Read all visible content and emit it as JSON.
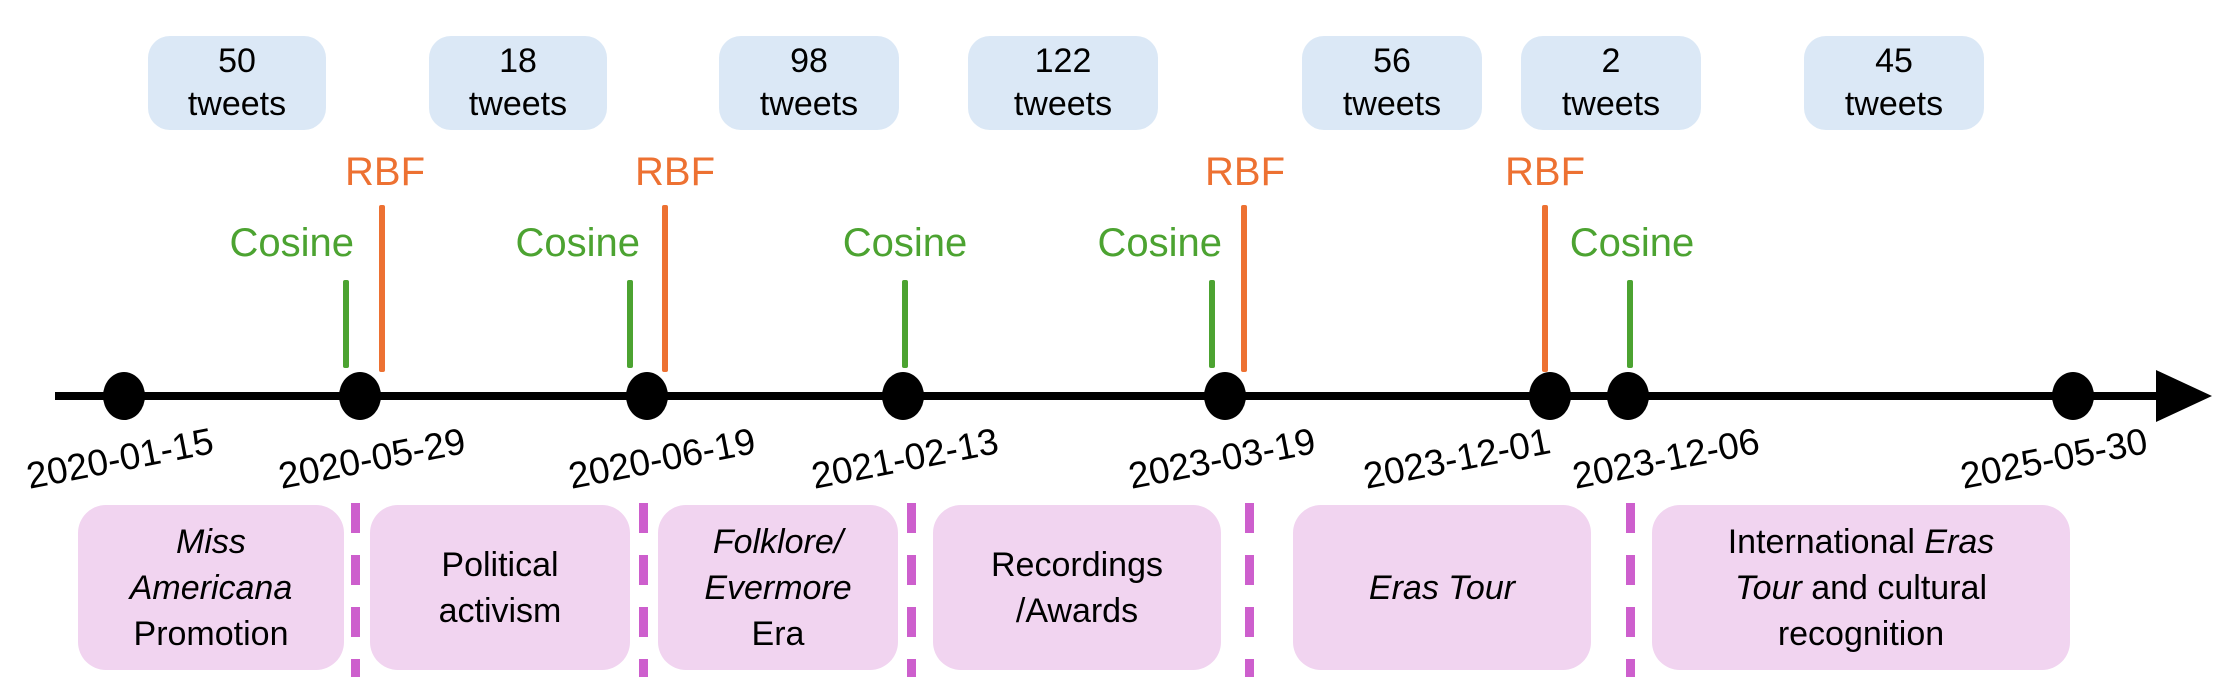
{
  "colors": {
    "tweet_box_bg": "#dbe8f6",
    "era_box_bg": "#f1d4f0",
    "separator": "#cd5fcd",
    "rbf_orange": "#ed7132",
    "cosine_green": "#4ca331",
    "timeline_black": "#000000"
  },
  "kernel_labels": {
    "rbf": "RBF",
    "cosine": "Cosine"
  },
  "tweet_boxes": [
    {
      "count": "50",
      "unit": "tweets"
    },
    {
      "count": "18",
      "unit": "tweets"
    },
    {
      "count": "98",
      "unit": "tweets"
    },
    {
      "count": "122",
      "unit": "tweets"
    },
    {
      "count": "56",
      "unit": "tweets"
    },
    {
      "count": "2",
      "unit": "tweets"
    },
    {
      "count": "45",
      "unit": "tweets"
    }
  ],
  "events": [
    {
      "date": "2020-01-15",
      "kernels": []
    },
    {
      "date": "2020-05-29",
      "kernels": [
        "Cosine",
        "RBF"
      ]
    },
    {
      "date": "2020-06-19",
      "kernels": [
        "Cosine",
        "RBF"
      ]
    },
    {
      "date": "2021-02-13",
      "kernels": [
        "Cosine"
      ]
    },
    {
      "date": "2023-03-19",
      "kernels": [
        "Cosine",
        "RBF"
      ]
    },
    {
      "date": "2023-12-01",
      "kernels": [
        "RBF"
      ]
    },
    {
      "date": "2023-12-06",
      "kernels": [
        "Cosine"
      ]
    },
    {
      "date": "2025-05-30",
      "kernels": []
    }
  ],
  "era_boxes": [
    {
      "line1": "Miss",
      "line2": "Americana",
      "line3": "Promotion"
    },
    {
      "line1": "Political",
      "line2": "activism"
    },
    {
      "line1": "Folklore/",
      "line2": "Evermore",
      "line3": "Era"
    },
    {
      "line1": "Recordings",
      "line2": "/Awards"
    },
    {
      "line1": "Eras Tour"
    },
    {
      "l1a": "International ",
      "l1b": "Eras",
      "l2a": "Tour",
      "l2b": " and cultural",
      "l3": "recognition"
    }
  ]
}
